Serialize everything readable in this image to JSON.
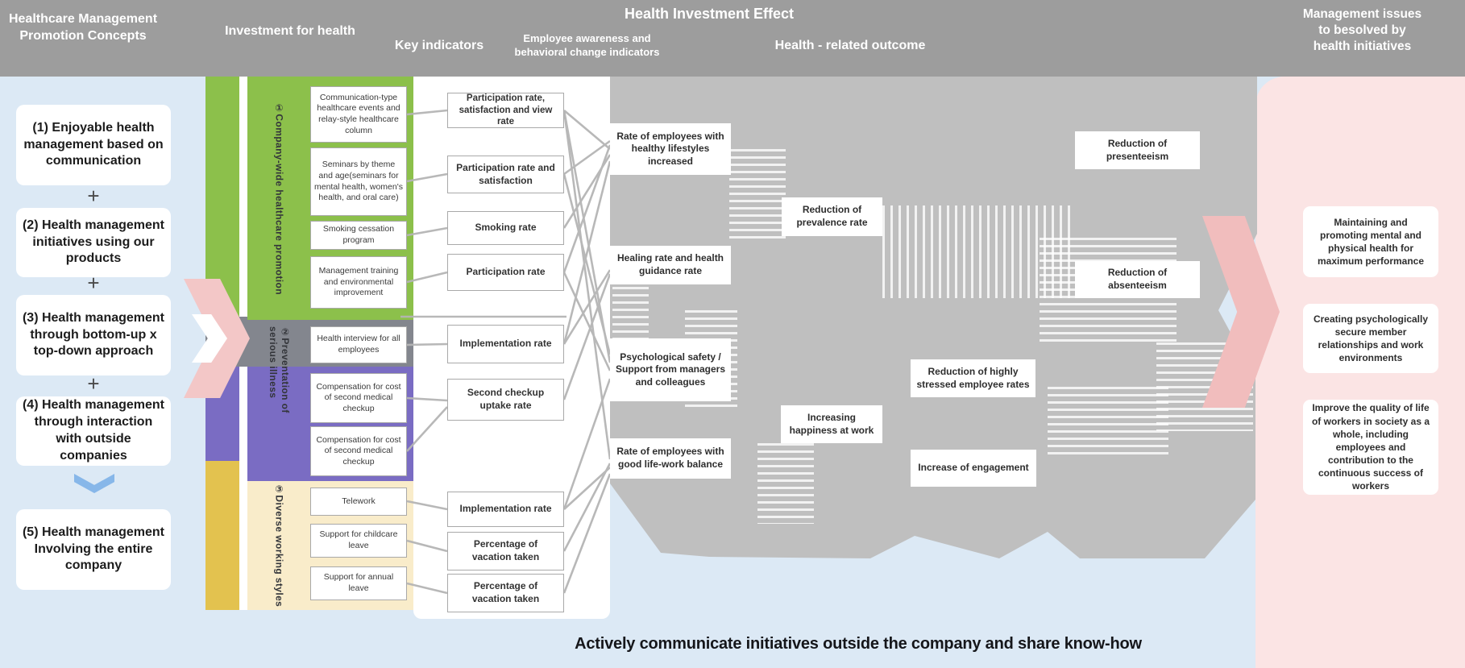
{
  "header": {
    "concepts": "Healthcare Management\nPromotion Concepts",
    "investment": "Investment for health",
    "key_indicators": "Key indicators",
    "effect": "Health Investment Effect",
    "awareness": "Employee awareness and\nbehavioral change indicators",
    "outcome": "Health - related outcome",
    "management": "Management issues\nto besolved by\nhealth initiatives"
  },
  "concepts": {
    "plus": "+",
    "items": [
      "(1) Enjoyable health management based on communication",
      "(2) Health management initiatives using our products",
      "(3) Health management through bottom-up x top-down approach",
      "(4) Health management through interaction with outside companies",
      "(5) Health management Involving the entire company"
    ]
  },
  "investment": {
    "sections": [
      {
        "title": "①Company-wide healthcare promotion",
        "items": [
          "Communication-type healthcare events and relay-style healthcare column",
          "Seminars by theme and age(seminars for mental health, women's health, and oral care)",
          "Smoking cessation program",
          "Management training and environmental improvement"
        ]
      },
      {
        "title": "②Preventation of serious illness",
        "items": [
          "Health interview for all employees",
          "Compensation for cost of second medical checkup",
          "Compensation for cost of second medical checkup"
        ]
      },
      {
        "title": "③Diverse working styles",
        "items": [
          "Telework",
          "Support for childcare leave",
          "Support for annual leave"
        ]
      }
    ]
  },
  "key_indicators": [
    "Participation rate, satisfaction and view rate",
    "Participation rate and satisfaction",
    "Smoking rate",
    "Participation rate",
    "Implementation rate",
    "Second checkup uptake rate",
    "Implementation rate",
    "Percentage of vacation taken",
    "Percentage of vacation taken"
  ],
  "awareness_indicators": [
    "Rate of employees with healthy lifestyles increased",
    "Healing rate and health guidance rate",
    "Psychological safety / Support from managers and colleagues",
    "Rate of employees with good life-work balance"
  ],
  "outcomes": [
    "Reduction of prevalence rate",
    "Reduction of presenteeism",
    "Reduction of absenteeism",
    "Reduction of highly stressed employee rates",
    "Increasing happiness at work",
    "Increase of engagement"
  ],
  "management_issues": [
    "Maintaining and promoting mental and physical health for maximum performance",
    "Creating psychologically secure member relationships and work environments",
    "Improve the quality of life of workers in society as a whole, including employees and contribution to the continuous success of workers"
  ],
  "footer": "Actively communicate initiatives outside the company and share know-how",
  "colors": {
    "green": "#8cc04b",
    "slate": "#83868e",
    "purple": "#7a6cc3",
    "yellow": "#e3c24f",
    "cream": "#f9ecca",
    "gray_header": "#9d9d9d",
    "gray_flow": "#bfbfbf",
    "light_blue": "#dce9f5",
    "pink_panel": "#fbe4e4",
    "pink_arrow": "#f2c1c1",
    "blue_arrow": "#87b7e9"
  }
}
